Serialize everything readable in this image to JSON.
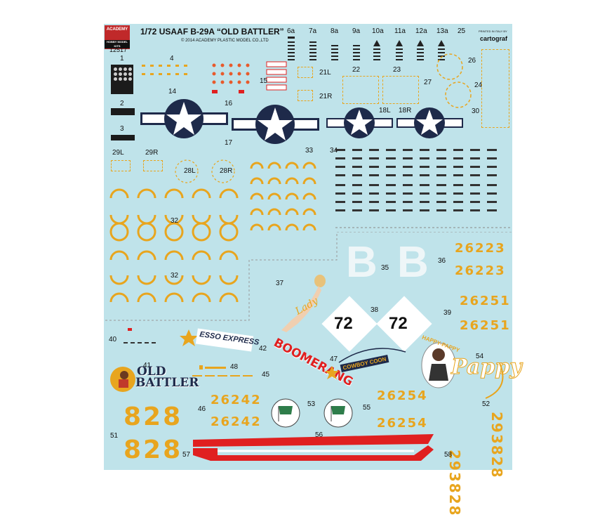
{
  "header": {
    "title": "1/72 USAAF B-29A “OLD BATTLER”",
    "copyright": "© 2014 ACADEMY PLASTIC MODEL CO.,LTD",
    "kit_number": "12517",
    "logo_text": "ACADEMY",
    "logo_subtext": "HOBBY MODEL KITS",
    "printer_note": "PRINTED IN ITALY BY",
    "printer": "cartograf"
  },
  "stencil_labels": [
    "6a",
    "7a",
    "8a",
    "9a",
    "10a",
    "11a",
    "12a",
    "13a",
    "25"
  ],
  "decal_numbers": {
    "n1": "1",
    "n2": "2",
    "n3": "3",
    "n4": "4",
    "n14": "14",
    "n15": "15",
    "n16": "16",
    "n17": "17",
    "n21L": "21L",
    "n21R": "21R",
    "n22": "22",
    "n23": "23",
    "n24": "24",
    "n26": "26",
    "n27": "27",
    "n18L": "18L",
    "n18R": "18R",
    "n29L": "29L",
    "n29R": "29R",
    "n28L": "28L",
    "n28R": "28R",
    "n30": "30",
    "n33": "33",
    "n34": "34",
    "n32a": "32",
    "n32b": "32",
    "n35": "35",
    "n36": "36",
    "n37": "37",
    "n38": "38",
    "n39": "39",
    "n40": "40",
    "n41": "41",
    "n42": "42",
    "n45": "45",
    "n46": "46",
    "n47": "47",
    "n48": "48",
    "n51": "51",
    "n52": "52",
    "n53": "53",
    "n54": "54",
    "n55": "55",
    "n56": "56",
    "n57": "57",
    "n58": "58"
  },
  "markings": {
    "tail_letter_1": "B",
    "tail_letter_2": "B",
    "serial_36a": "26223",
    "serial_36b": "26223",
    "serial_39a": "26251",
    "serial_39b": "26251",
    "diamond_1": "72",
    "diamond_2": "72",
    "serial_46a": "26242",
    "serial_46b": "26242",
    "serial_55a": "26254",
    "serial_55b": "26254",
    "code_51a": "828",
    "code_51b": "828",
    "vertical_52a": "293828",
    "vertical_52b": "293828",
    "esso_banner": "ESSO EXPRESS",
    "old_battler_1": "OLD",
    "old_battler_2": "BATTLER",
    "lady_script": "Lady",
    "boomerang": "BOOMERANG",
    "cowboy": "COWBOY COON",
    "pappy_top": "HAPPY-PAPPY",
    "pappy": "Pappy"
  },
  "colors": {
    "sheet": "#bfe3ea",
    "orange": "#e8a51e",
    "roundel_blue": "#1e2a4a",
    "red": "#e02020"
  }
}
